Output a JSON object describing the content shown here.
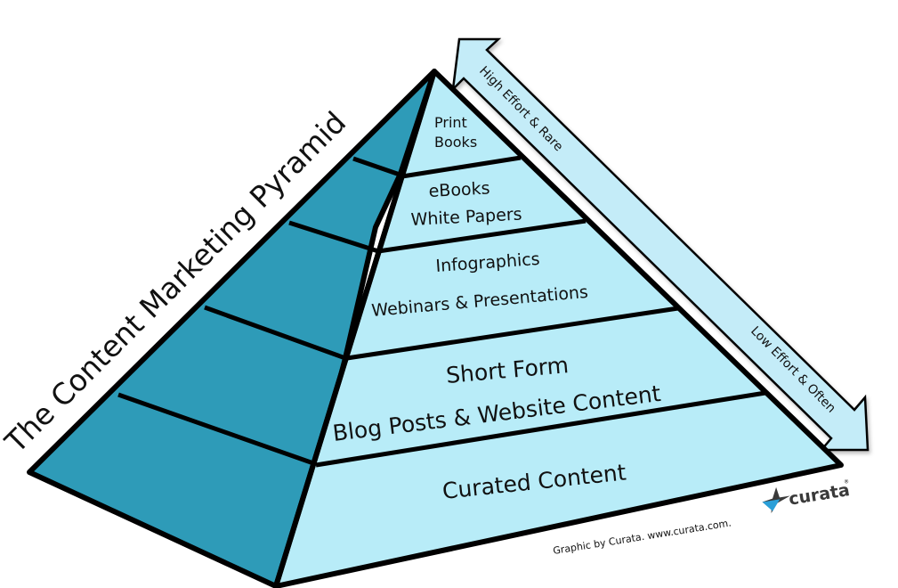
{
  "title": "The Content Marketing Pyramid",
  "tiers": [
    {
      "lines": [
        "Print",
        "Books"
      ]
    },
    {
      "lines": [
        "eBooks",
        "White Papers"
      ]
    },
    {
      "lines": [
        "Infographics",
        "Webinars & Presentations"
      ]
    },
    {
      "lines": [
        "Short Form",
        "Blog Posts & Website Content"
      ]
    },
    {
      "lines": [
        "Curated Content"
      ]
    }
  ],
  "effort_arrow": {
    "top_label": "High Effort & Rare",
    "bottom_label": "Low Effort  & Often"
  },
  "credit": "Graphic by Curata. www.curata.com.",
  "logo": {
    "name": "curata",
    "trademark": "®"
  },
  "colors": {
    "side_face": "#2e9bb8",
    "front_face": "#b8ecf8",
    "arrow_fill": "#c4ecf8",
    "outline": "#000000",
    "logo_blue": "#2a9fd8",
    "logo_dark": "#3a3a3a"
  }
}
